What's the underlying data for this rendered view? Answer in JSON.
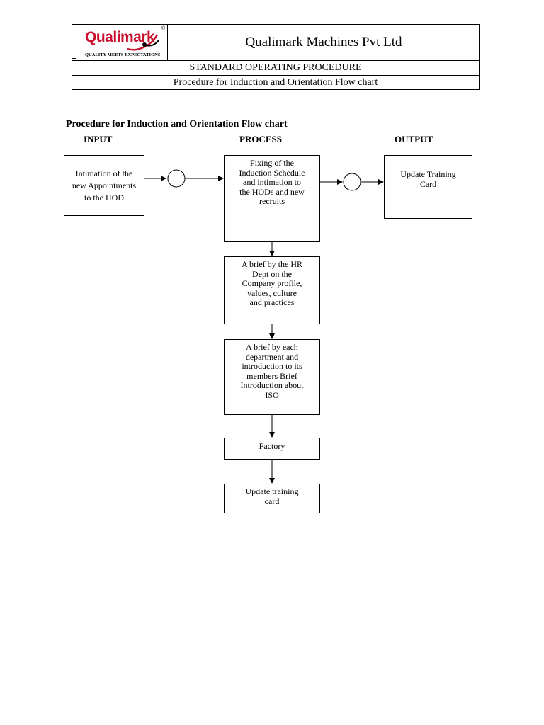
{
  "header": {
    "logo_word": "Qualimark",
    "logo_registered": "®",
    "logo_tagline": "QUALITY MEETS EXPECTATIONS",
    "company_name": "Qualimark Machines Pvt Ltd",
    "document_type": "STANDARD OPERATING PROCEDURE",
    "procedure_title": "Procedure for Induction and Orientation Flow chart"
  },
  "diagram": {
    "heading": "Procedure for Induction and Orientation Flow chart",
    "columns": {
      "input": "INPUT",
      "process": "PROCESS",
      "output": "OUTPUT"
    },
    "nodes": {
      "input_box": "Intimation of the new Appointments to the HOD",
      "process_fixing": "Fixing of the Induction Schedule and intimation to the HODs and new recruits",
      "output_box": "Update Training Card",
      "process_hr_brief": "A brief by the HR Dept on the Company profile, values, culture and practices",
      "process_dept_brief": "A brief by each department and introduction to its members Brief Introduction about ISO",
      "process_factory": "Factory",
      "process_update_card": "Update training card"
    }
  }
}
